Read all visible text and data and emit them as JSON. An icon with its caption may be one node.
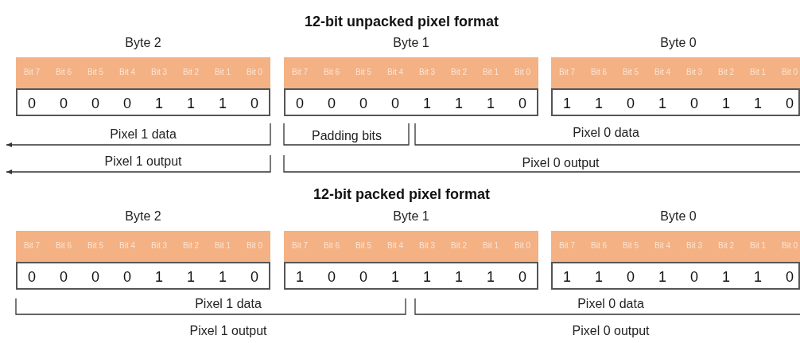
{
  "diagram": {
    "title": "12-bit unpacked pixel format",
    "nodes": [
      {
        "text": [
          "Byte 2",
          "Bit 7",
          "Bit 6",
          "Bit 5",
          "Bit 4",
          "Bit 3",
          "Bit 2",
          "Bit 1",
          "Bit 0",
          "0",
          "0",
          "0",
          "0",
          "1",
          "1",
          "1",
          "0"
        ]
      },
      {
        "text": [
          "Byte 1",
          "Bit 7",
          "Bit 6",
          "Bit 5",
          "Bit 4",
          "Bit 3",
          "Bit 2",
          "Bit 1",
          "Bit 0",
          "0",
          "0",
          "0",
          "0",
          "1",
          "1",
          "1",
          "0"
        ]
      },
      {
        "text": [
          "Byte 0",
          "Bit 7",
          "Bit 6",
          "Bit 5",
          "Bit 4",
          "Bit 3",
          "Bit 2",
          "Bit 1",
          "Bit 0",
          "1",
          "1",
          "0",
          "1",
          "0",
          "1",
          "1",
          "0"
        ]
      },
      {
        "text": [
          "Byte 2",
          "Bit 7",
          "Bit 6",
          "Bit 5",
          "Bit 4",
          "Bit 3",
          "Bit 2",
          "Bit 1",
          "Bit 0",
          "0",
          "0",
          "0",
          "0",
          "1",
          "1",
          "1",
          "0"
        ]
      },
      {
        "text": [
          "Byte 1",
          "Bit 7",
          "Bit 6",
          "Bit 5",
          "Bit 4",
          "Bit 3",
          "Bit 2",
          "Bit 1",
          "Bit 0",
          "1",
          "0",
          "0",
          "1",
          "1",
          "1",
          "1",
          "0"
        ]
      },
      {
        "text": [
          "Byte 0",
          "Bit 7",
          "Bit 6",
          "Bit 5",
          "Bit 4",
          "Bit 3",
          "Bit 2",
          "Bit 1",
          "Bit 0",
          "1",
          "1",
          "0",
          "1",
          "0",
          "1",
          "1",
          "0"
        ]
      }
    ],
    "labels": [
      "Pixel 1 data",
      "Padding bits",
      "Pixel 0 data",
      "Pixel 1 output",
      "Pixel 0 output",
      "12-bit packed pixel format",
      "Pixel 1 data",
      "Pixel 0 data",
      "Pixel 1 output",
      "Pixel 0 output"
    ]
  }
}
